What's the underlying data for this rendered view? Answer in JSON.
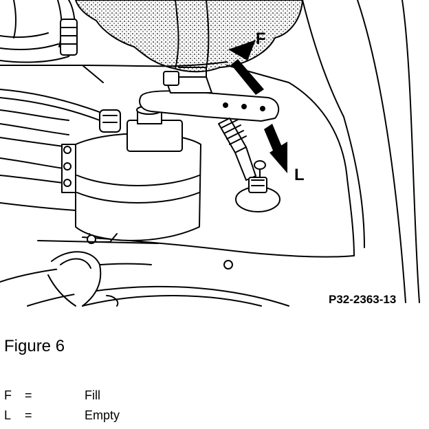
{
  "figure": {
    "code": "P32-2363-13",
    "caption": "Figure 6",
    "arrow_labels": {
      "up": "F",
      "down": "L"
    }
  },
  "legend": [
    {
      "key": "F",
      "sep": "=",
      "value": "Fill"
    },
    {
      "key": "L",
      "sep": "=",
      "value": "Empty"
    }
  ]
}
